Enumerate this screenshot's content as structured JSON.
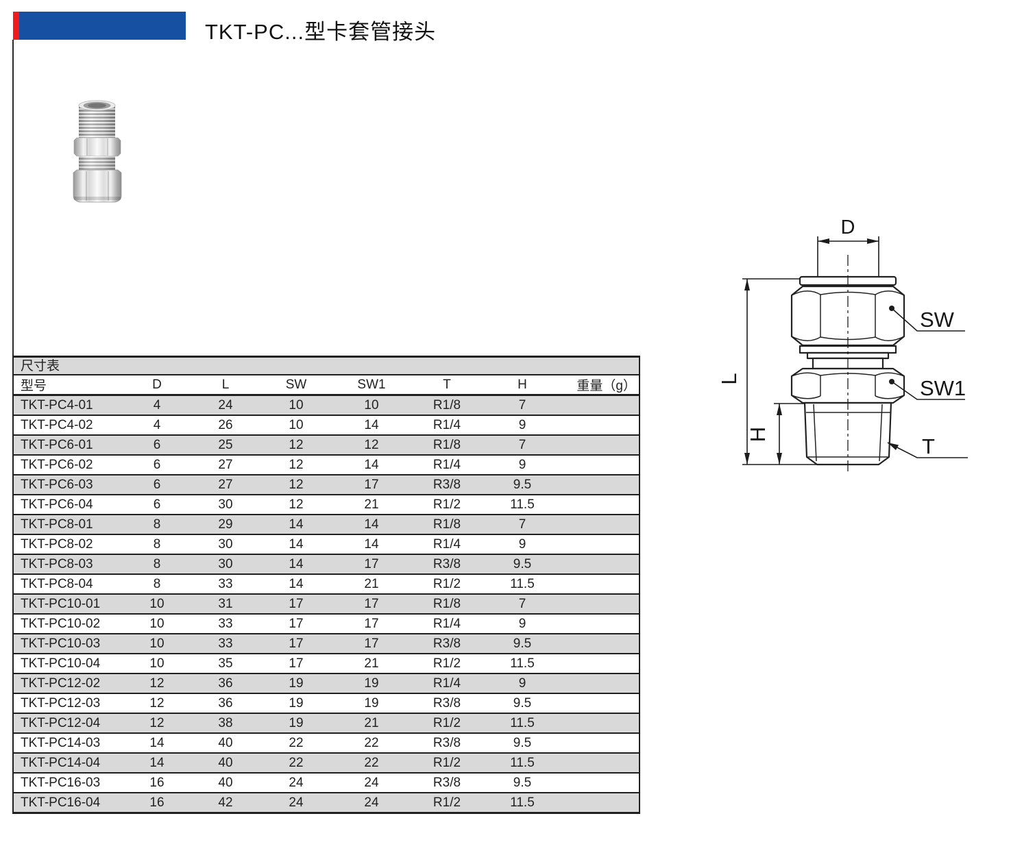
{
  "header": {
    "title": "TKT-PC...型卡套管接头"
  },
  "colors": {
    "accent_blue": "#1550a2",
    "accent_red": "#ee1c1c",
    "row_gray": "#d9d9d9",
    "line": "#1f1f1f"
  },
  "table": {
    "section_title": "尺寸表",
    "columns": [
      "型号",
      "D",
      "L",
      "SW",
      "SW1",
      "T",
      "H",
      "重量（g）"
    ],
    "rows": [
      [
        "TKT-PC4-01",
        "4",
        "24",
        "10",
        "10",
        "R1/8",
        "7",
        ""
      ],
      [
        "TKT-PC4-02",
        "4",
        "26",
        "10",
        "14",
        "R1/4",
        "9",
        ""
      ],
      [
        "TKT-PC6-01",
        "6",
        "25",
        "12",
        "12",
        "R1/8",
        "7",
        ""
      ],
      [
        "TKT-PC6-02",
        "6",
        "27",
        "12",
        "14",
        "R1/4",
        "9",
        ""
      ],
      [
        "TKT-PC6-03",
        "6",
        "27",
        "12",
        "17",
        "R3/8",
        "9.5",
        ""
      ],
      [
        "TKT-PC6-04",
        "6",
        "30",
        "12",
        "21",
        "R1/2",
        "11.5",
        ""
      ],
      [
        "TKT-PC8-01",
        "8",
        "29",
        "14",
        "14",
        "R1/8",
        "7",
        ""
      ],
      [
        "TKT-PC8-02",
        "8",
        "30",
        "14",
        "14",
        "R1/4",
        "9",
        ""
      ],
      [
        "TKT-PC8-03",
        "8",
        "30",
        "14",
        "17",
        "R3/8",
        "9.5",
        ""
      ],
      [
        "TKT-PC8-04",
        "8",
        "33",
        "14",
        "21",
        "R1/2",
        "11.5",
        ""
      ],
      [
        "TKT-PC10-01",
        "10",
        "31",
        "17",
        "17",
        "R1/8",
        "7",
        ""
      ],
      [
        "TKT-PC10-02",
        "10",
        "33",
        "17",
        "17",
        "R1/4",
        "9",
        ""
      ],
      [
        "TKT-PC10-03",
        "10",
        "33",
        "17",
        "17",
        "R3/8",
        "9.5",
        ""
      ],
      [
        "TKT-PC10-04",
        "10",
        "35",
        "17",
        "21",
        "R1/2",
        "11.5",
        ""
      ],
      [
        "TKT-PC12-02",
        "12",
        "36",
        "19",
        "19",
        "R1/4",
        "9",
        ""
      ],
      [
        "TKT-PC12-03",
        "12",
        "36",
        "19",
        "19",
        "R3/8",
        "9.5",
        ""
      ],
      [
        "TKT-PC12-04",
        "12",
        "38",
        "19",
        "21",
        "R1/2",
        "11.5",
        ""
      ],
      [
        "TKT-PC14-03",
        "14",
        "40",
        "22",
        "22",
        "R3/8",
        "9.5",
        ""
      ],
      [
        "TKT-PC14-04",
        "14",
        "40",
        "22",
        "22",
        "R1/2",
        "11.5",
        ""
      ],
      [
        "TKT-PC16-03",
        "16",
        "40",
        "24",
        "24",
        "R3/8",
        "9.5",
        ""
      ],
      [
        "TKT-PC16-04",
        "16",
        "42",
        "24",
        "24",
        "R1/2",
        "11.5",
        ""
      ]
    ]
  },
  "diagram": {
    "labels": {
      "d": "D",
      "l": "L",
      "h": "H",
      "sw": "SW",
      "sw1": "SW1",
      "t": "T"
    }
  }
}
